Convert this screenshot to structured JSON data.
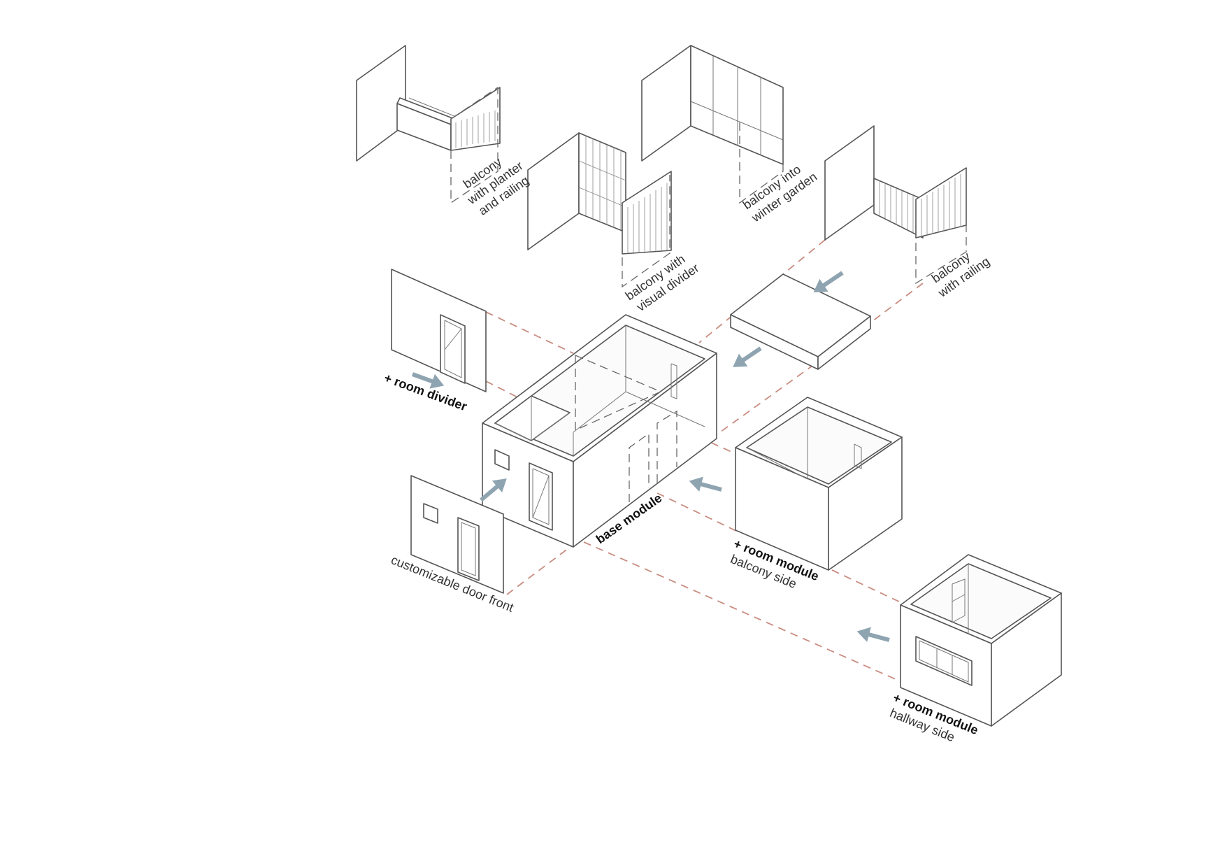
{
  "labels": {
    "balcony_planter": [
      "balcony",
      "with planter",
      "and railing"
    ],
    "balcony_divider": [
      "balcony with",
      "visual divider"
    ],
    "balcony_winter": [
      "balcony into",
      "winter garden"
    ],
    "balcony_railing": [
      "balcony",
      "with railing"
    ],
    "room_divider": "+ room divider",
    "base_module": "base module",
    "door_front": "customizable door front",
    "room_balcony": {
      "title": "+ room module",
      "sub": "balcony side"
    },
    "room_hallway": {
      "title": "+ room module",
      "sub": "hallway side"
    }
  },
  "colors": {
    "line": "#555555",
    "guide": "#c98c80",
    "arrow": "#8fa4b1",
    "text": "#333333"
  },
  "icons": {
    "arrow": "arrow-icon"
  }
}
